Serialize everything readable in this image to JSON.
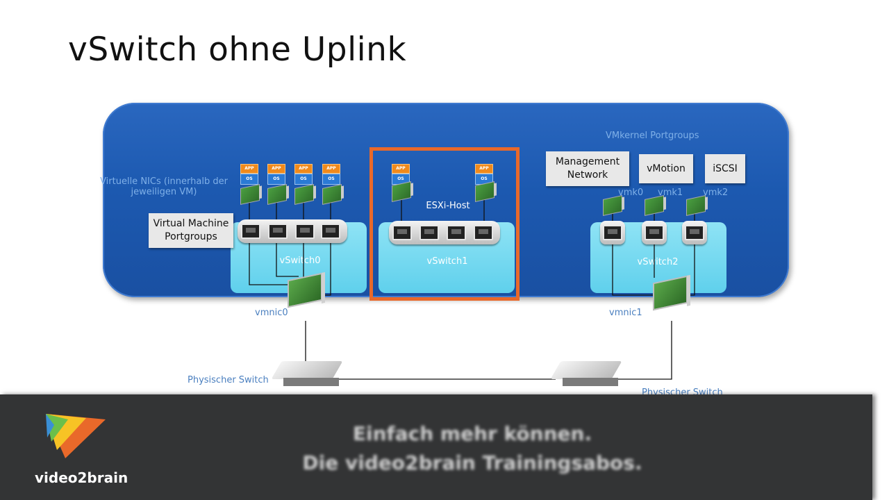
{
  "slide": {
    "title": "vSwitch ohne Uplink"
  },
  "diagram": {
    "host_label": "ESXi-Host",
    "vmkernel_label": "VMkernel Portgroups",
    "virtual_nics_label_line1": "Virtuelle NICs (innerhalb der",
    "virtual_nics_label_line2": "jeweiligen VM)",
    "vm_portgroups_line1": "Virtual Machine",
    "vm_portgroups_line2": "Portgroups",
    "management_line1": "Management",
    "management_line2": "Network",
    "vmotion": "vMotion",
    "iscsi": "iSCSI",
    "vmk0": "vmk0",
    "vmk1": "vmk1",
    "vmk2": "vmk2",
    "vswitch0": "vSwitch0",
    "vswitch1": "vSwitch1",
    "vswitch2": "vSwitch2",
    "vmnic0": "vmnic0",
    "vmnic1": "vmnic1",
    "physical_switch_left": "Physischer Switch",
    "physical_switch_right": "Physischer Switch",
    "vm_app": "APP",
    "vm_os": "OS"
  },
  "banner": {
    "brand": "video2brain",
    "slogan_line1": "Einfach mehr können.",
    "slogan_line2": "Die video2brain Trainingsabos."
  },
  "colors": {
    "host_blue": "#1c59b0",
    "vswitch_cyan": "#6fd6ef",
    "highlight_orange": "#e9692a",
    "banner_dark": "#333435"
  }
}
